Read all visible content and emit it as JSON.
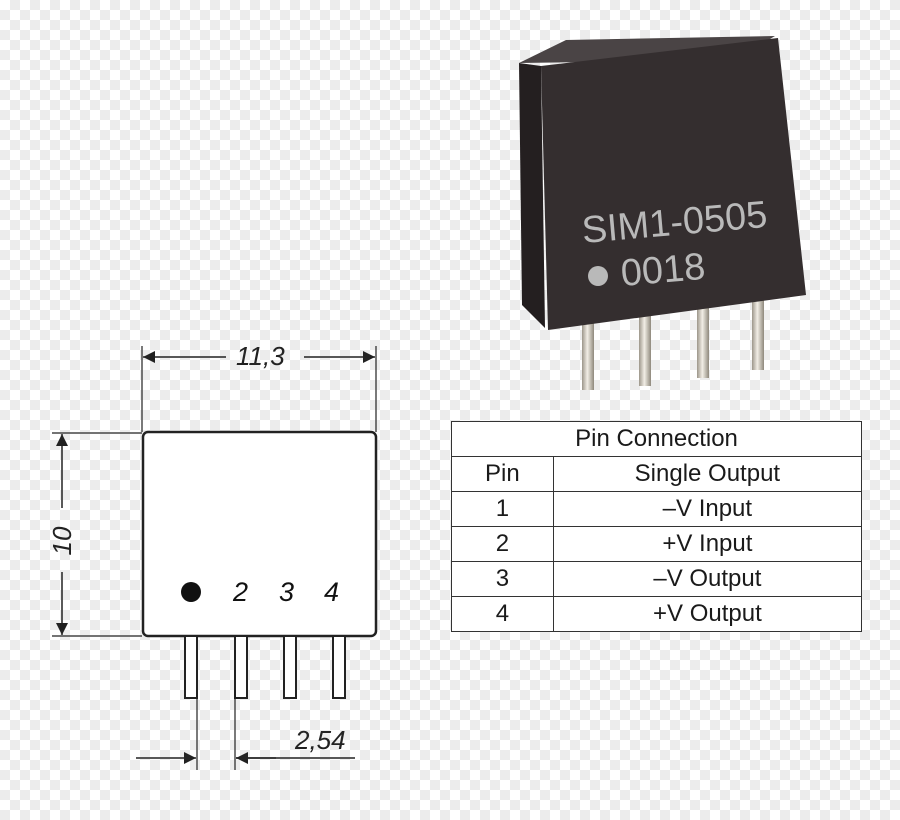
{
  "drawing": {
    "width_dim": "11,3",
    "height_dim": "10",
    "pitch_dim": "2,54",
    "pin_labels": [
      "2",
      "3",
      "4"
    ]
  },
  "product": {
    "part_number": "SIM1-0505",
    "lot_code": "0018"
  },
  "table": {
    "title": "Pin Connection",
    "headers": [
      "Pin",
      "Single Output"
    ],
    "rows": [
      {
        "pin": "1",
        "function": "–V Input"
      },
      {
        "pin": "2",
        "function": "+V Input"
      },
      {
        "pin": "3",
        "function": "–V Output"
      },
      {
        "pin": "4",
        "function": "+V Output"
      }
    ]
  },
  "colors": {
    "body": "#342e2f",
    "line": "#222222",
    "pin_metal": "#d8d3c8"
  }
}
